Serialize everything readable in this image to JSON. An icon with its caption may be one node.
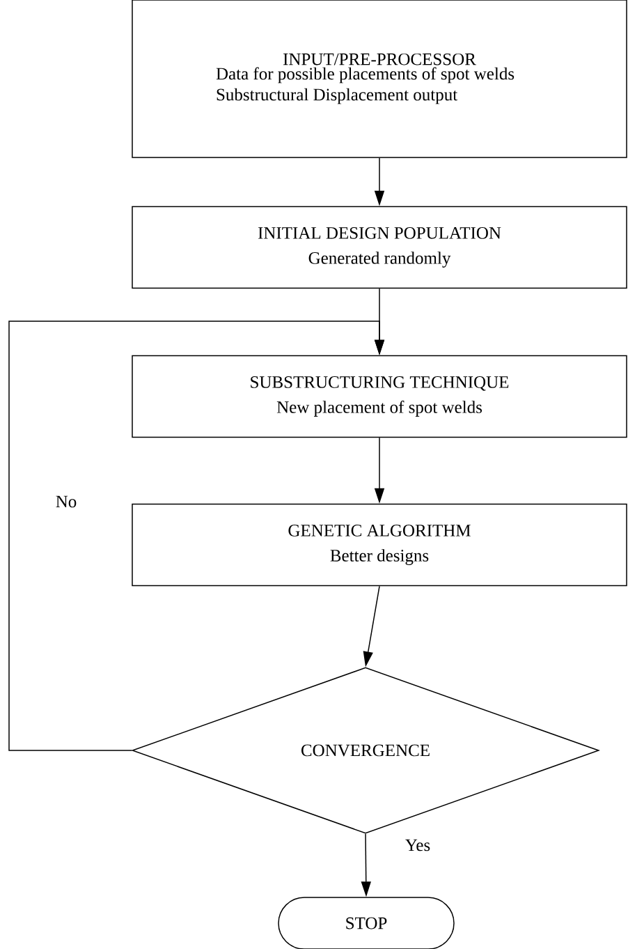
{
  "diagram": {
    "nodes": [
      {
        "text": [
          "INPUT/PRE-PROCESSOR",
          "Data for possible placements of spot welds",
          "Substructural Displacement output"
        ]
      },
      {
        "text": [
          "INITIAL DESIGN POPULATION",
          "Generated randomly"
        ]
      },
      {
        "text": [
          "SUBSTRUCTURING TECHNIQUE",
          "New placement of spot welds"
        ]
      },
      {
        "text": [
          "GENETIC ALGORITHM",
          "Better designs"
        ]
      },
      {
        "text": [
          "CONVERGENCE"
        ]
      },
      {
        "text": [
          "STOP"
        ]
      }
    ],
    "edges": [
      {
        "from": 0,
        "to": 1,
        "arrow": "to"
      },
      {
        "from": 1,
        "to": 2,
        "arrow": "to"
      },
      {
        "from": 2,
        "to": 3,
        "arrow": "to"
      },
      {
        "from": 3,
        "to": 4,
        "arrow": "to"
      },
      {
        "from": 4,
        "to": 5,
        "arrow": "to",
        "label": "Yes"
      },
      {
        "from": 4,
        "to": 2,
        "arrow": "to",
        "label": "No"
      }
    ]
  }
}
